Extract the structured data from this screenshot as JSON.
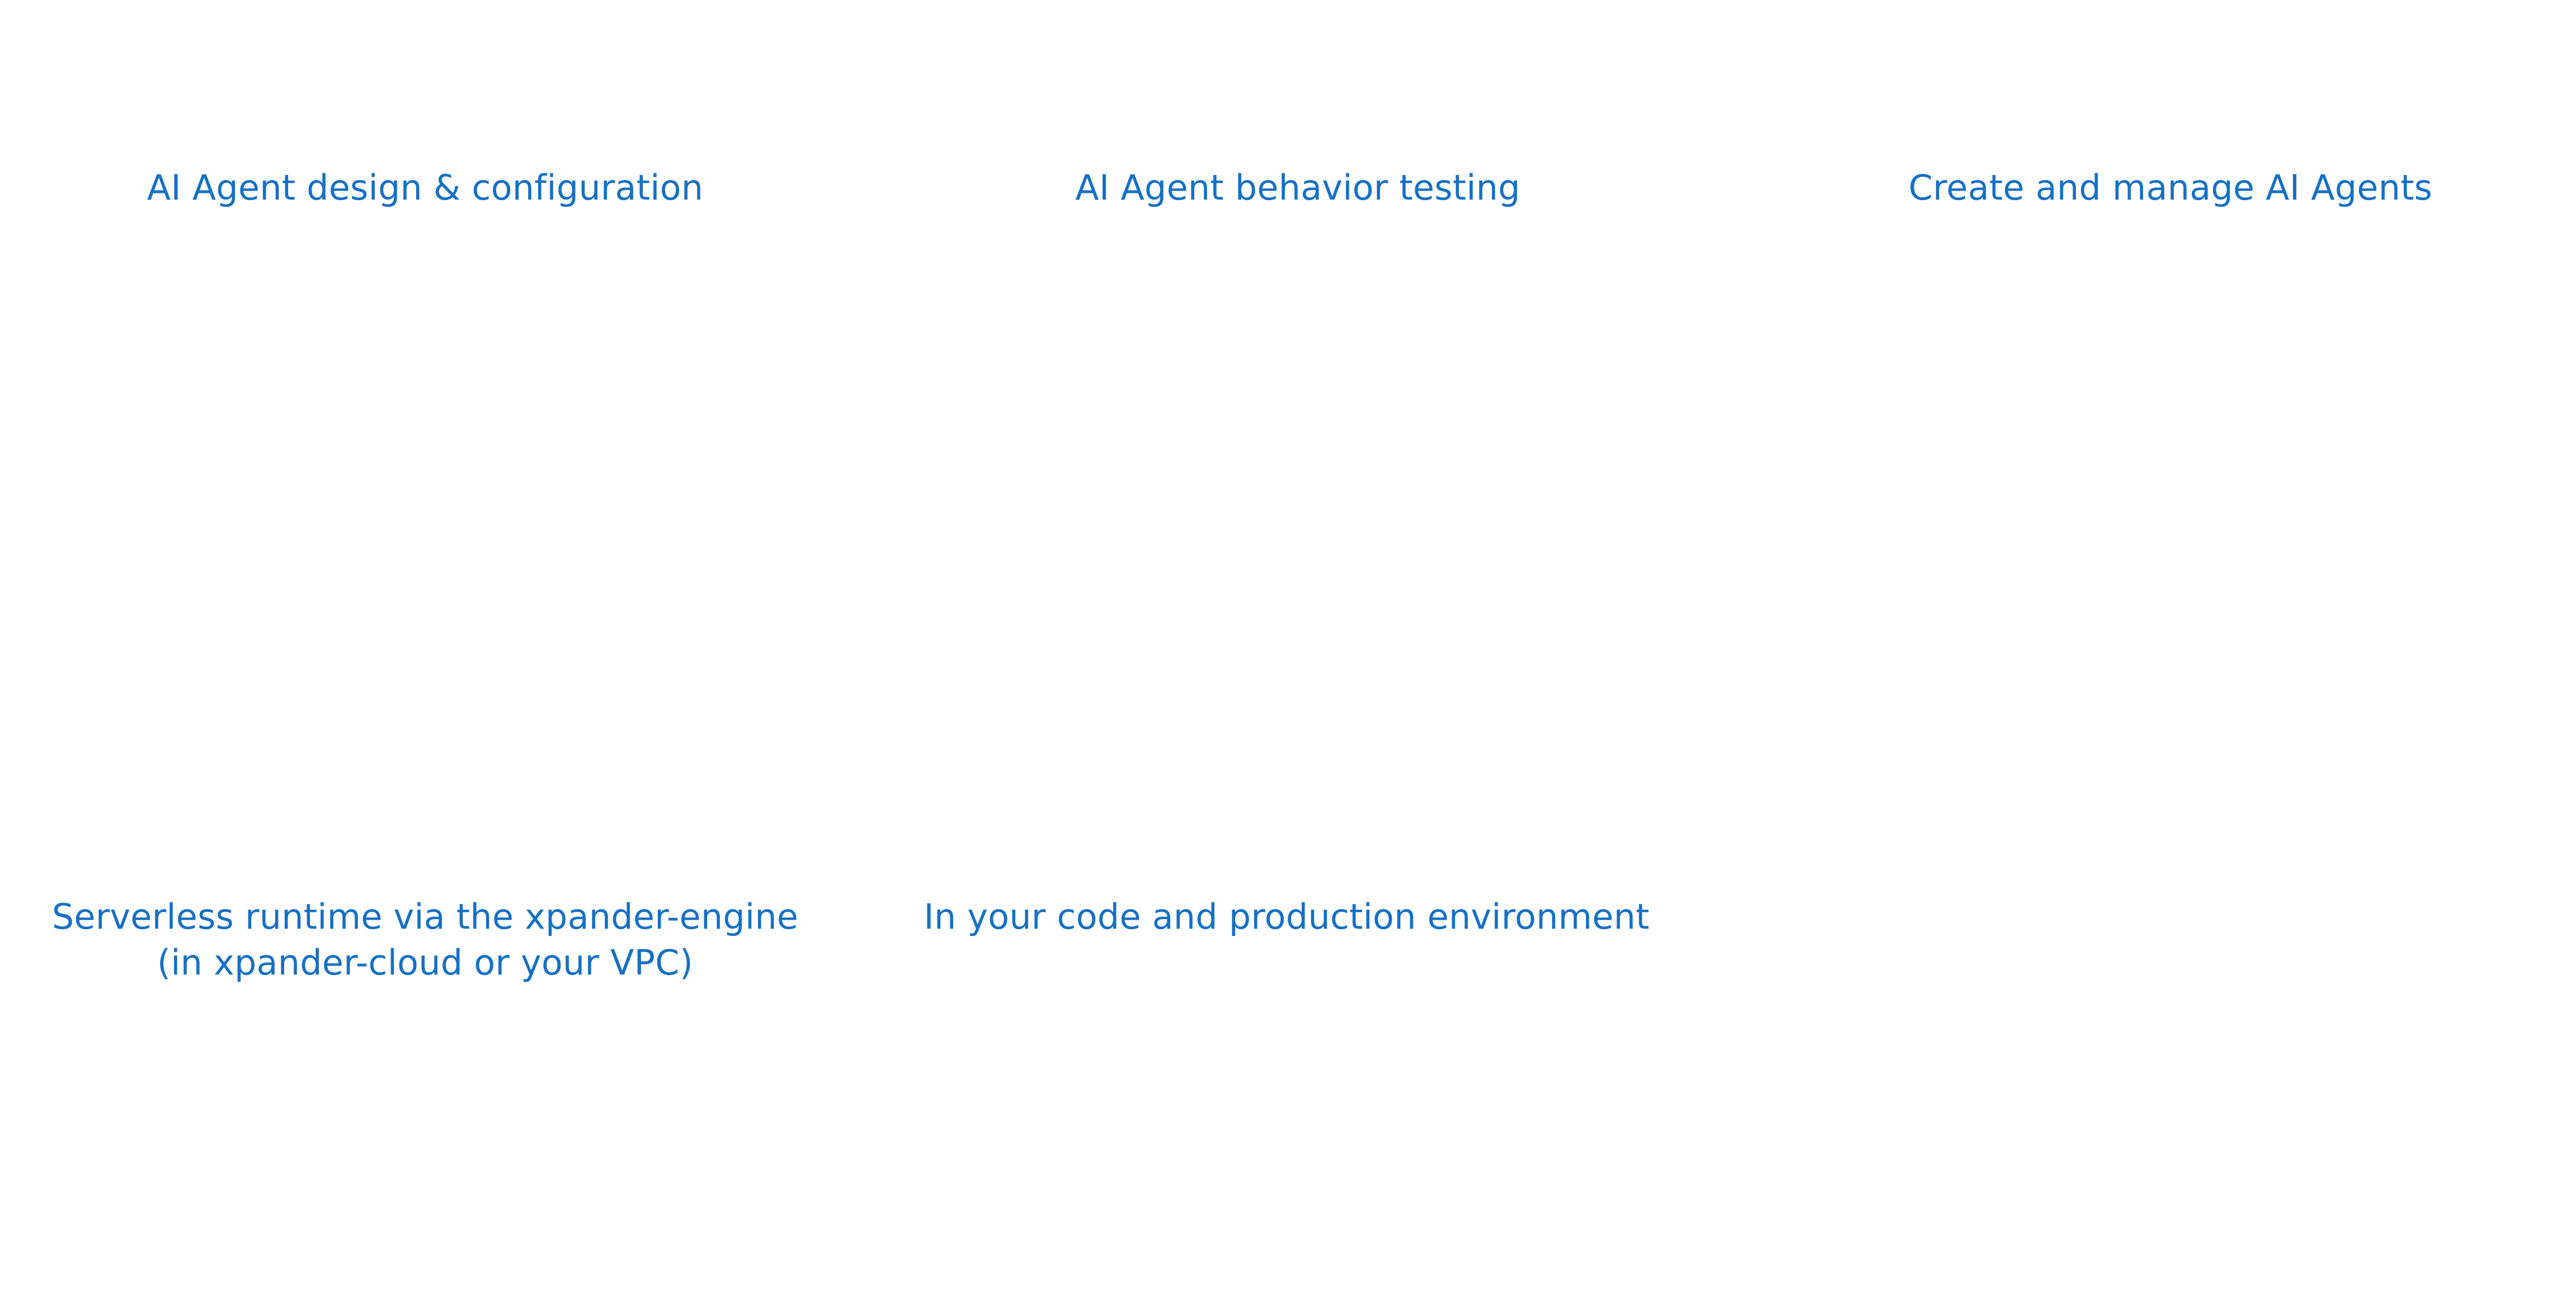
{
  "captions": {
    "design": "AI Agent design & configuration",
    "testing": "AI Agent behavior testing",
    "manage": "Create and manage AI Agents",
    "runtime": {
      "line1": "Serverless runtime via the xpander-engine",
      "line2": "(in xpander-cloud or your VPC)"
    },
    "code": "In your code and production environment"
  },
  "colors": {
    "caption_text": "#1670c4",
    "background": "#ffffff"
  }
}
